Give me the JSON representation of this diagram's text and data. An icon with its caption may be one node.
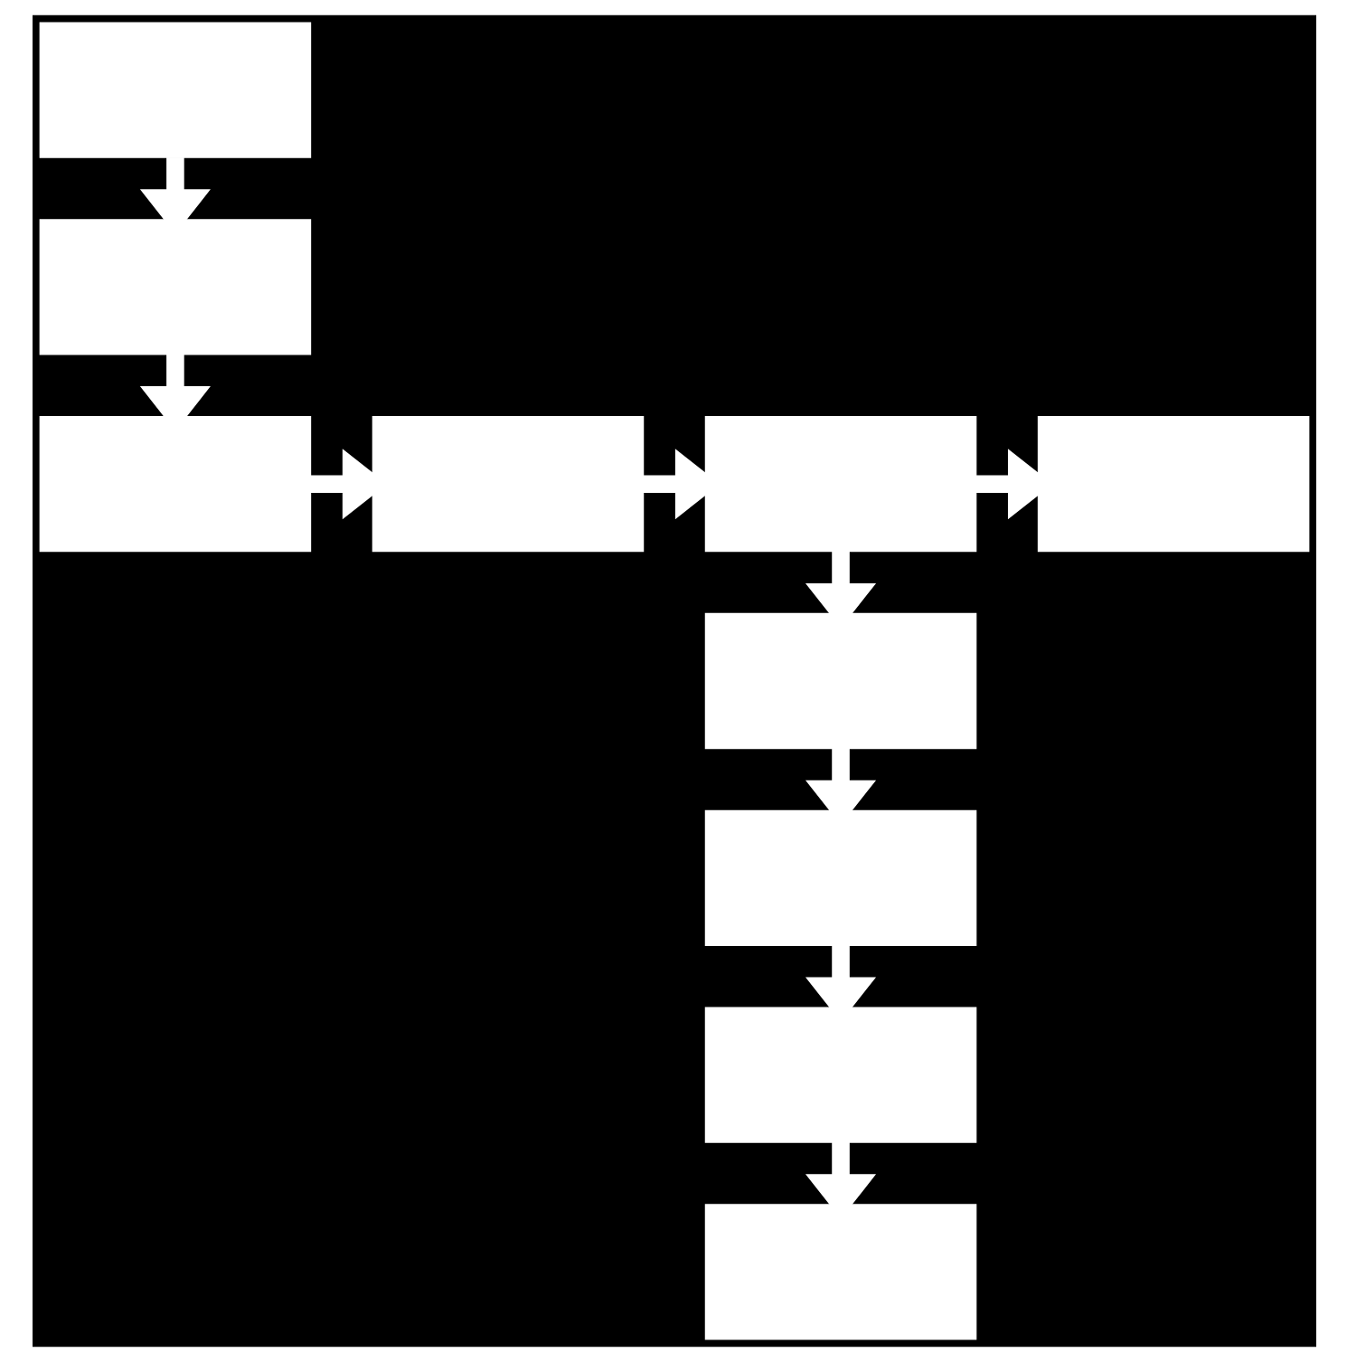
{
  "diagram": {
    "nodes": [
      {
        "text": [],
        "shape": "box"
      },
      {
        "text": [],
        "shape": "box"
      },
      {
        "text": [],
        "shape": "box"
      },
      {
        "text": [],
        "shape": "box"
      },
      {
        "text": [],
        "shape": "box"
      },
      {
        "text": [],
        "shape": "box"
      },
      {
        "text": [],
        "shape": "box"
      },
      {
        "text": [],
        "shape": "box"
      },
      {
        "text": [],
        "shape": "box"
      },
      {
        "text": [],
        "shape": "box"
      }
    ],
    "edges": [
      {
        "from": 0,
        "to": 1,
        "arrow": "to"
      },
      {
        "from": 1,
        "to": 2,
        "arrow": "to"
      },
      {
        "from": 2,
        "to": 3,
        "arrow": "to"
      },
      {
        "from": 3,
        "to": 4,
        "arrow": "to"
      },
      {
        "from": 4,
        "to": 5,
        "arrow": "to"
      },
      {
        "from": 4,
        "to": 6,
        "arrow": "to"
      },
      {
        "from": 6,
        "to": 7,
        "arrow": "to"
      },
      {
        "from": 7,
        "to": 8,
        "arrow": "to"
      },
      {
        "from": 8,
        "to": 9,
        "arrow": "to"
      }
    ]
  }
}
